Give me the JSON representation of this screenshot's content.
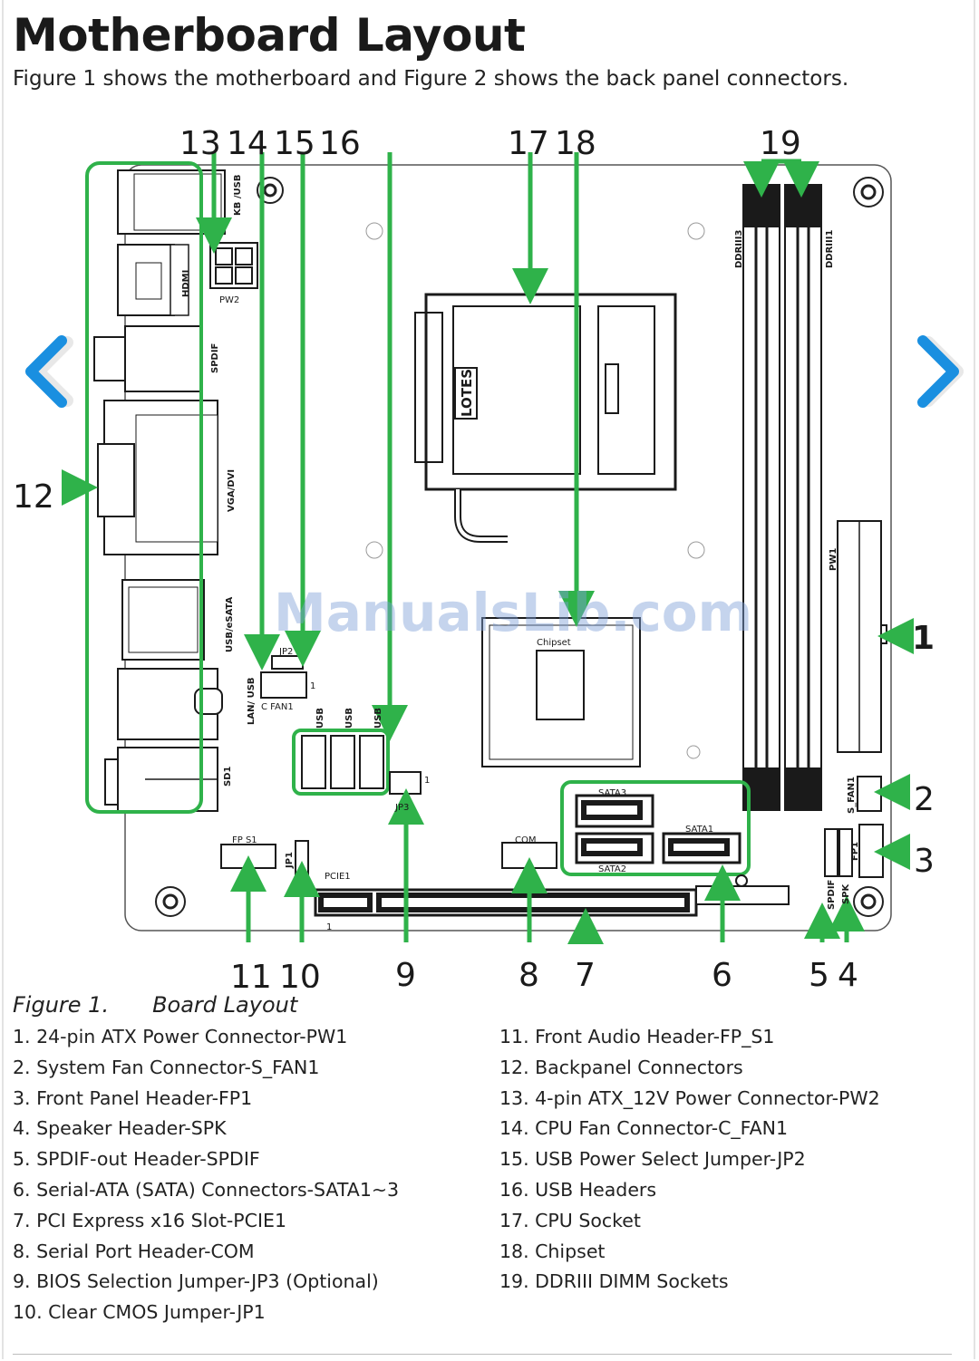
{
  "page": {
    "title": "Motherboard Layout",
    "subtitle": "Figure 1 shows the motherboard and Figure 2 shows the back panel connectors."
  },
  "colors": {
    "accent_green": "#2fb24a",
    "nav_blue": "#1a8fe0",
    "board_line": "#1a1a1a"
  },
  "diagram": {
    "callouts": [
      "1",
      "2",
      "3",
      "4",
      "5",
      "6",
      "7",
      "8",
      "9",
      "10",
      "11",
      "12",
      "13",
      "14",
      "15",
      "16",
      "17",
      "18",
      "19"
    ],
    "board_labels": {
      "kb_usb": "KB /USB",
      "hdmi": "HDMI",
      "spdif_port": "SPDIF",
      "vga_dvi": "VGA/DVI",
      "usb_esata": "USB/eSATA",
      "lan_usb": "LAN/ USB",
      "sd1": "SD1",
      "pw2": "PW2",
      "jp2": "JP2",
      "cfan1": "C FAN1",
      "usb": "USB",
      "jp3": "JP3",
      "chipset": "Chipset",
      "socket_brand": "LOTES",
      "ddr_left": "DDRIII3",
      "ddr_right": "DDRIII1",
      "pw1": "PW1",
      "sfan1": "S_FAN1",
      "sata3": "SATA3",
      "sata2": "SATA2",
      "sata1": "SATA1",
      "com": "COM",
      "fp_s1": "FP S1",
      "jp1": "JP1",
      "pcie1": "PCIE1",
      "spdif_hdr": "SPDIF",
      "spk": "SPK",
      "fp1": "FP1",
      "pin1": "1",
      "watermark": "ManualsLib.com"
    },
    "nav": {
      "prev": "chevron-left-icon",
      "next": "chevron-right-icon"
    }
  },
  "caption": {
    "figure": "Figure 1.",
    "title": "Board Layout"
  },
  "legend_left": [
    "1. 24-pin ATX Power Connector-PW1",
    "2. System Fan Connector-S_FAN1",
    "3. Front Panel Header-FP1",
    "4. Speaker Header-SPK",
    "5. SPDIF-out Header-SPDIF",
    "6. Serial-ATA (SATA) Connectors-SATA1~3",
    "7. PCI Express x16 Slot-PCIE1",
    "8. Serial Port Header-COM",
    "9. BIOS Selection Jumper-JP3 (Optional)",
    "10. Clear CMOS Jumper-JP1"
  ],
  "legend_right": [
    "11. Front Audio Header-FP_S1",
    "12. Backpanel Connectors",
    "13. 4-pin ATX_12V Power Connector-PW2",
    "14. CPU Fan Connector-C_FAN1",
    "15. USB Power Select Jumper-JP2",
    "16. USB Headers",
    "17. CPU Socket",
    "18. Chipset",
    "19. DDRIII DIMM Sockets"
  ]
}
